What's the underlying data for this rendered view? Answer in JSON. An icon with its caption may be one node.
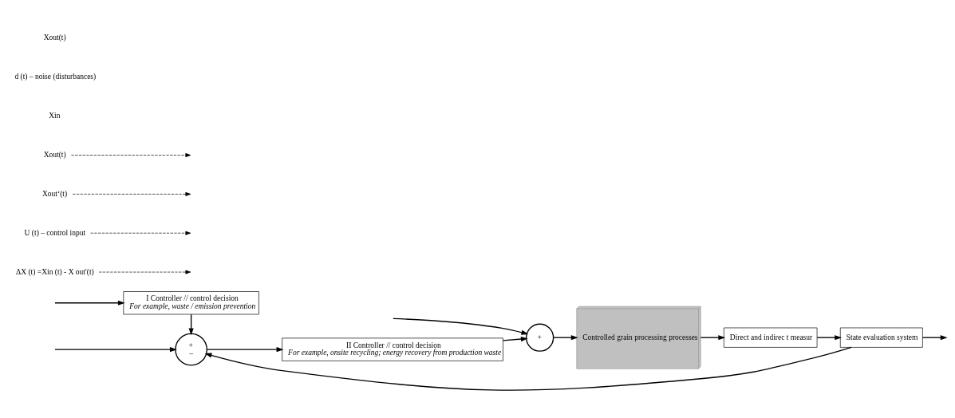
{
  "diagram": {
    "nodes": [
      {
        "text": [
          "I Controller // control decision",
          "For example, waste / emission prevention"
        ]
      },
      {
        "text": [
          "II Controller // control decision",
          "For example, onsite recycling; energy recovery from production waste"
        ]
      },
      {
        "text": [
          "+",
          "–"
        ]
      },
      {
        "text": [
          "+"
        ]
      },
      {
        "text": [
          "Controlled grain processing processes"
        ]
      },
      {
        "text": [
          "Direct and indirec t measur"
        ]
      },
      {
        "text": [
          "State evaluation system"
        ]
      },
      {
        "text": [
          "ΔX (t) =Xin (t) - X out'(t)"
        ]
      },
      {
        "text": [
          "U (t) – control input"
        ]
      },
      {
        "text": [
          "Xout‘(t)"
        ]
      },
      {
        "text": [
          "Xout(t)"
        ]
      }
    ],
    "edges": [
      {
        "from": null,
        "to": 2,
        "arrow": "to"
      },
      {
        "from": null,
        "to": 0,
        "arrow": "to"
      },
      {
        "from": null,
        "to": 3,
        "arrow": "to"
      },
      {
        "from": 0,
        "to": 2,
        "arrow": "to"
      },
      {
        "from": 2,
        "to": 1,
        "arrow": "to"
      },
      {
        "from": 1,
        "to": 3,
        "arrow": "to"
      },
      {
        "from": 3,
        "to": 4,
        "arrow": "to"
      },
      {
        "from": 4,
        "to": 5,
        "arrow": "to"
      },
      {
        "from": 5,
        "to": 6,
        "arrow": "to"
      },
      {
        "from": 6,
        "to": null,
        "arrow": "to"
      },
      {
        "from": 6,
        "to": 2,
        "arrow": "to"
      },
      {
        "from": 7,
        "to": null,
        "arrow": "to",
        "style": "dashed"
      },
      {
        "from": 8,
        "to": null,
        "arrow": "to",
        "style": "dashed"
      },
      {
        "from": 9,
        "to": null,
        "arrow": "to",
        "style": "dashed"
      },
      {
        "from": 10,
        "to": null,
        "arrow": "to",
        "style": "dashed"
      }
    ],
    "labels": [
      "Xin",
      "d (t) – noise (disturbances)",
      "Xout(t)"
    ]
  }
}
